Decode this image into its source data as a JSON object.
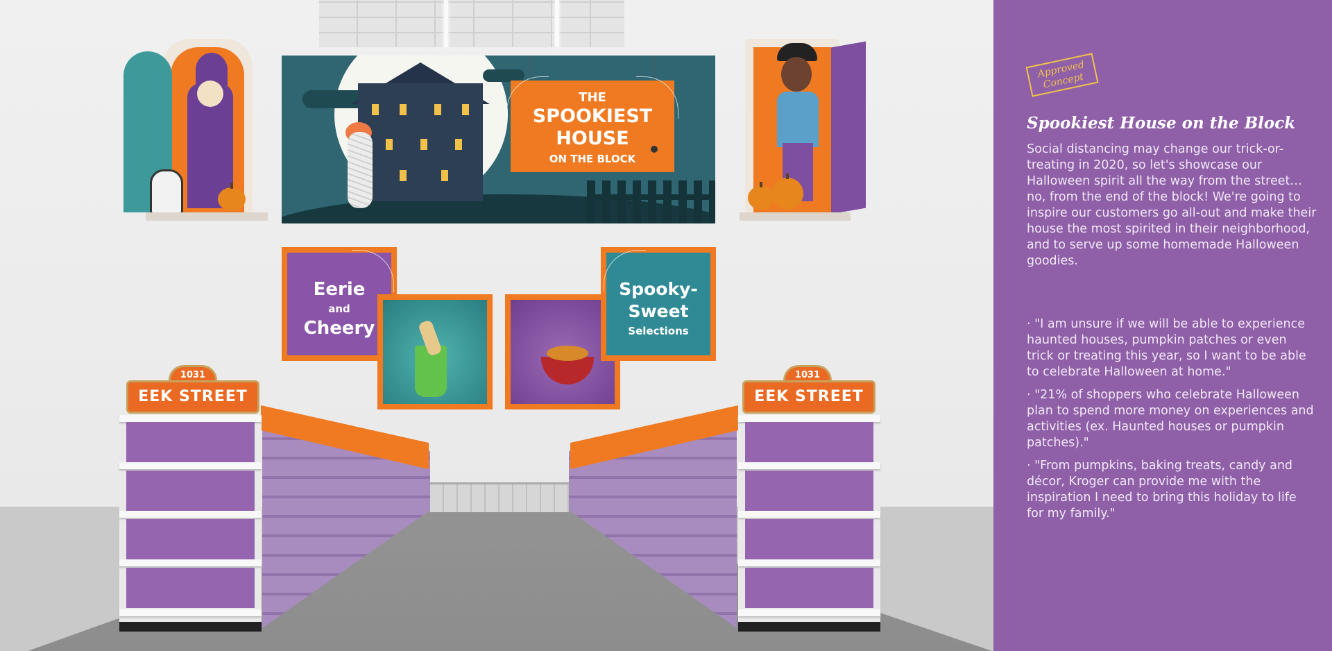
{
  "banner": {
    "title_line1": "THE",
    "title_line2": "SPOOKIEST",
    "title_line3": "HOUSE",
    "title_line4": "ON THE BLOCK"
  },
  "panels": {
    "eerie_line1": "Eerie",
    "eerie_line2": "and",
    "eerie_line3": "Cheery",
    "spooky_line1": "Spooky-",
    "spooky_line2": "Sweet",
    "spooky_line3": "Selections"
  },
  "endcaps": {
    "left_number": "1031",
    "left_street": "EEK STREET",
    "right_number": "1031",
    "right_street": "EEK STREET"
  },
  "sidebar": {
    "stamp_line1": "Approved",
    "stamp_line2": "Concept",
    "title": "Spookiest House on the Block",
    "description": "Social distancing may change our trick-or-treating in 2020, so let's showcase our Halloween spirit all the way from the street…no, from the end of the block! We're going to inspire our customers go all-out and make their house the most spirited in their neighborhood, and to serve up some homemade Halloween goodies.",
    "quotes": [
      "· \"I am unsure if we will be able to experience haunted houses, pumpkin patches or even trick or treating this year, so I want to be able to celebrate Halloween at home.\"",
      "· \"21% of shoppers who celebrate Halloween plan to spend more money on experiences and activities (ex. Haunted houses or pumpkin patches).\"",
      "· \"From pumpkins, baking treats, candy and décor, Kroger can provide me with the inspiration I need to bring this holiday to life for my family.\""
    ]
  },
  "colors": {
    "purple": "#8f5fa8",
    "orange": "#f07a21",
    "teal": "#2f6672",
    "gold": "#f0c24a"
  }
}
